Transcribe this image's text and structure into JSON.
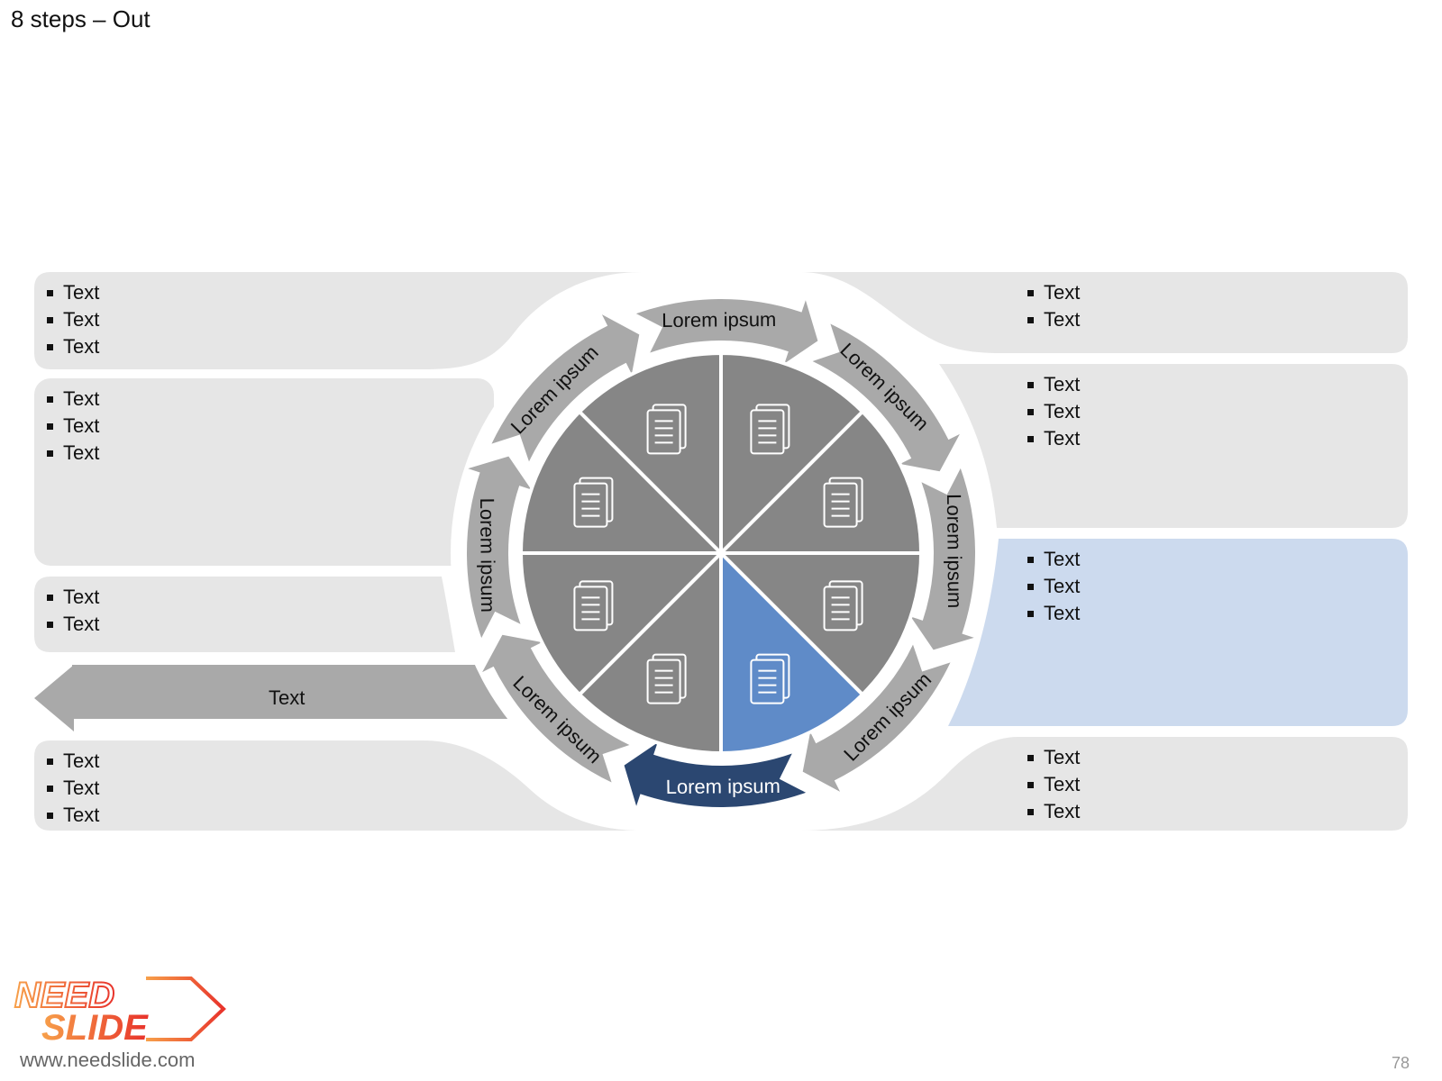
{
  "slide": {
    "title": "8 steps – Out",
    "page_number": "78"
  },
  "panels": {
    "left_top": [
      "Text",
      "Text",
      "Text"
    ],
    "left_mid": [
      "Text",
      "Text",
      "Text"
    ],
    "left_low": [
      "Text",
      "Text"
    ],
    "left_bottom": [
      "Text",
      "Text",
      "Text"
    ],
    "right_top": [
      "Text",
      "Text"
    ],
    "right_mid": [
      "Text",
      "Text",
      "Text"
    ],
    "right_active": [
      "Text",
      "Text",
      "Text"
    ],
    "right_bottom": [
      "Text",
      "Text",
      "Text"
    ]
  },
  "exit_arrow": {
    "label": "Text"
  },
  "arrows": [
    "Lorem ipsum",
    "Lorem ipsum",
    "Lorem ipsum",
    "Lorem ipsum",
    "Lorem ipsum",
    "Lorem ipsum",
    "Lorem ipsum",
    "Lorem ipsum"
  ],
  "segments": [
    {
      "icon": "document-timer-icon"
    },
    {
      "icon": "battery-leaf-icon"
    },
    {
      "icon": "checklist-download-icon"
    },
    {
      "icon": "report-chart-icon"
    },
    {
      "icon": "form-document-icon"
    },
    {
      "icon": "checklist-download-icon"
    },
    {
      "icon": "line-chart-icon"
    },
    {
      "icon": "checklist-upload-icon"
    }
  ],
  "active_step": 4,
  "colors": {
    "active_fill": "#5f8bc8",
    "active_arrow": "#2b4771",
    "active_panel": "#ccdaee",
    "segment": "#868686",
    "arrow": "#a9a9a9",
    "panel": "#e6e6e6"
  },
  "footer": {
    "logo_line1": "NEED",
    "logo_line2": "SLIDE",
    "url": "www.needslide.com"
  }
}
